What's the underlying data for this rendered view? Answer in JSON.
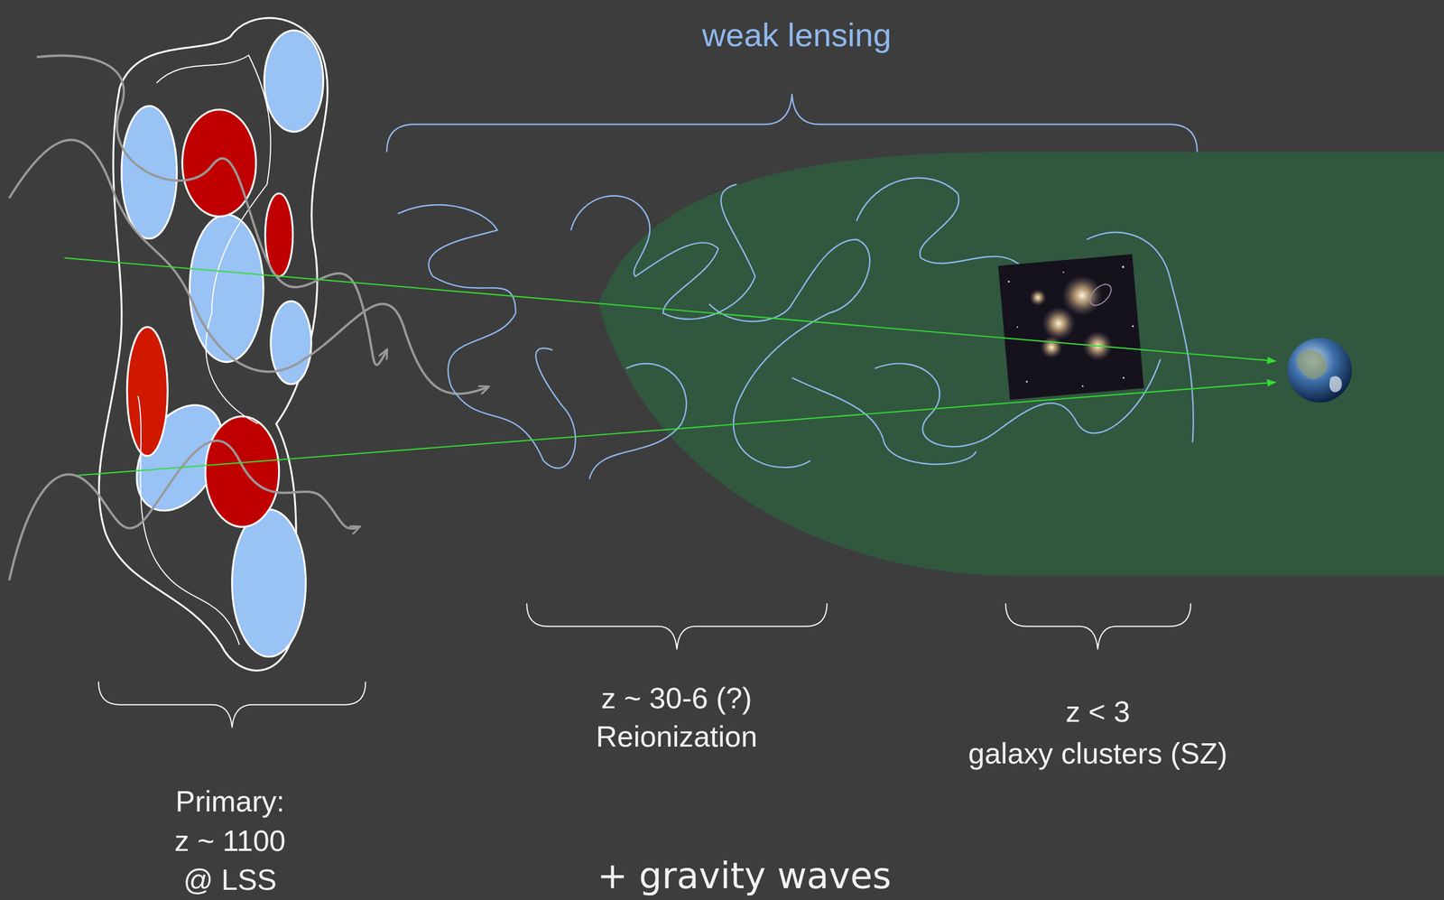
{
  "diagram": {
    "labels": [
      "weak lensing",
      "z ~ 30-6 (?)",
      "Reionization",
      "z < 3",
      "galaxy clusters (SZ)",
      "Primary:",
      "z ~ 1100",
      "@ LSS",
      "+ gravity waves"
    ]
  }
}
